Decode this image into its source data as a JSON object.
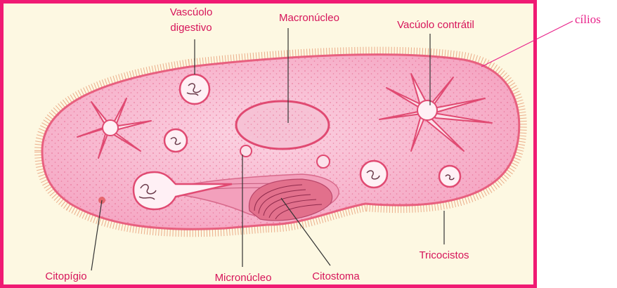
{
  "labels": {
    "vacuolo_digestivo_line1": "Vascúolo",
    "vacuolo_digestivo_line2": "digestivo",
    "macronucleo": "Macronúcleo",
    "vacuolo_contratil": "Vacúolo contrátil",
    "cilios": "cílios",
    "citopigio": "Citopígio",
    "micronucleo": "Micronúcleo",
    "citostoma": "Citostoma",
    "tricocistos": "Tricocistos"
  },
  "colors": {
    "frame": "#f01a73",
    "background": "#fdf8e2",
    "cell_fill": "#f7b8d0",
    "cell_outline": "#e8607f",
    "label_text": "#d6145a",
    "external_label": "#e8228a"
  }
}
